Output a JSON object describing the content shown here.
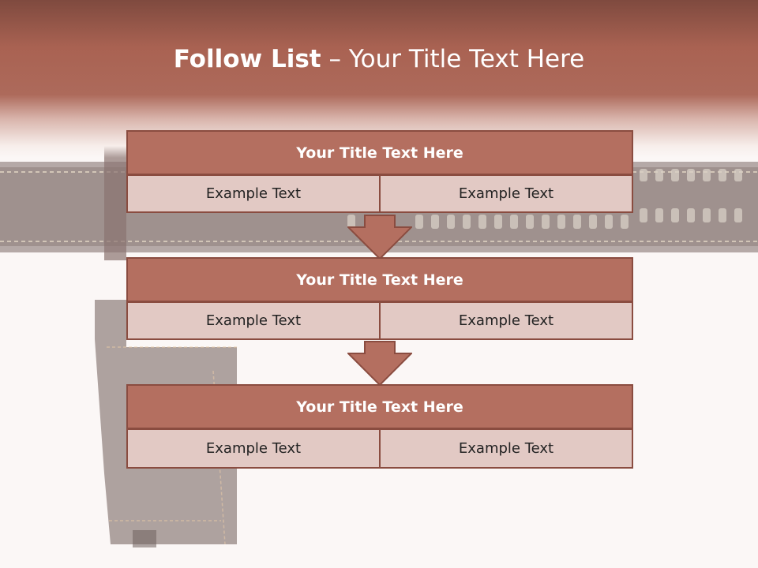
{
  "slide": {
    "title_bold": "Follow List",
    "title_rest": "– Your Title Text Here"
  },
  "steps": [
    {
      "title": "Your Title Text Here",
      "left": "Example Text",
      "right": "Example Text"
    },
    {
      "title": "Your Title Text Here",
      "left": "Example Text",
      "right": "Example Text"
    },
    {
      "title": "Your Title Text Here",
      "left": "Example Text",
      "right": "Example Text"
    }
  ],
  "colors": {
    "header_dark": "#7f4a3f",
    "header_mid": "#ad6a5b",
    "box_title": "#b46f60",
    "box_cell": "#e2c9c4",
    "box_border": "#8a4c40",
    "arrow": "#b46f60"
  }
}
